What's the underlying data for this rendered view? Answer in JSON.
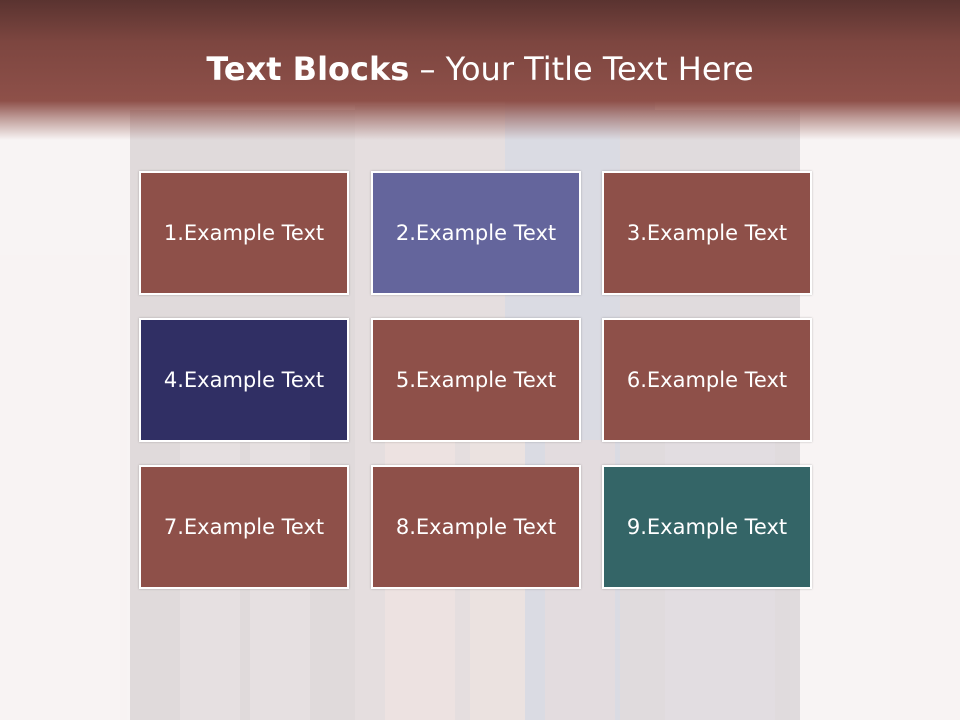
{
  "slide": {
    "title_bold": "Text Blocks",
    "title_dash": "–",
    "title_rest": "Your Title Text Here"
  },
  "colors": {
    "header": "#8e5049",
    "block_default": "#8e5049",
    "block_2": "#64659c",
    "block_4": "#302f64",
    "block_9": "#346567"
  },
  "blocks": [
    {
      "label": "1.Example Text",
      "color": "#8e5049"
    },
    {
      "label": "2.Example Text",
      "color": "#64659c"
    },
    {
      "label": "3.Example Text",
      "color": "#8e5049"
    },
    {
      "label": "4.Example Text",
      "color": "#302f64"
    },
    {
      "label": "5.Example Text",
      "color": "#8e5049"
    },
    {
      "label": "6.Example Text",
      "color": "#8e5049"
    },
    {
      "label": "7.Example Text",
      "color": "#8e5049"
    },
    {
      "label": "8.Example Text",
      "color": "#8e5049"
    },
    {
      "label": "9.Example Text",
      "color": "#346567"
    }
  ]
}
